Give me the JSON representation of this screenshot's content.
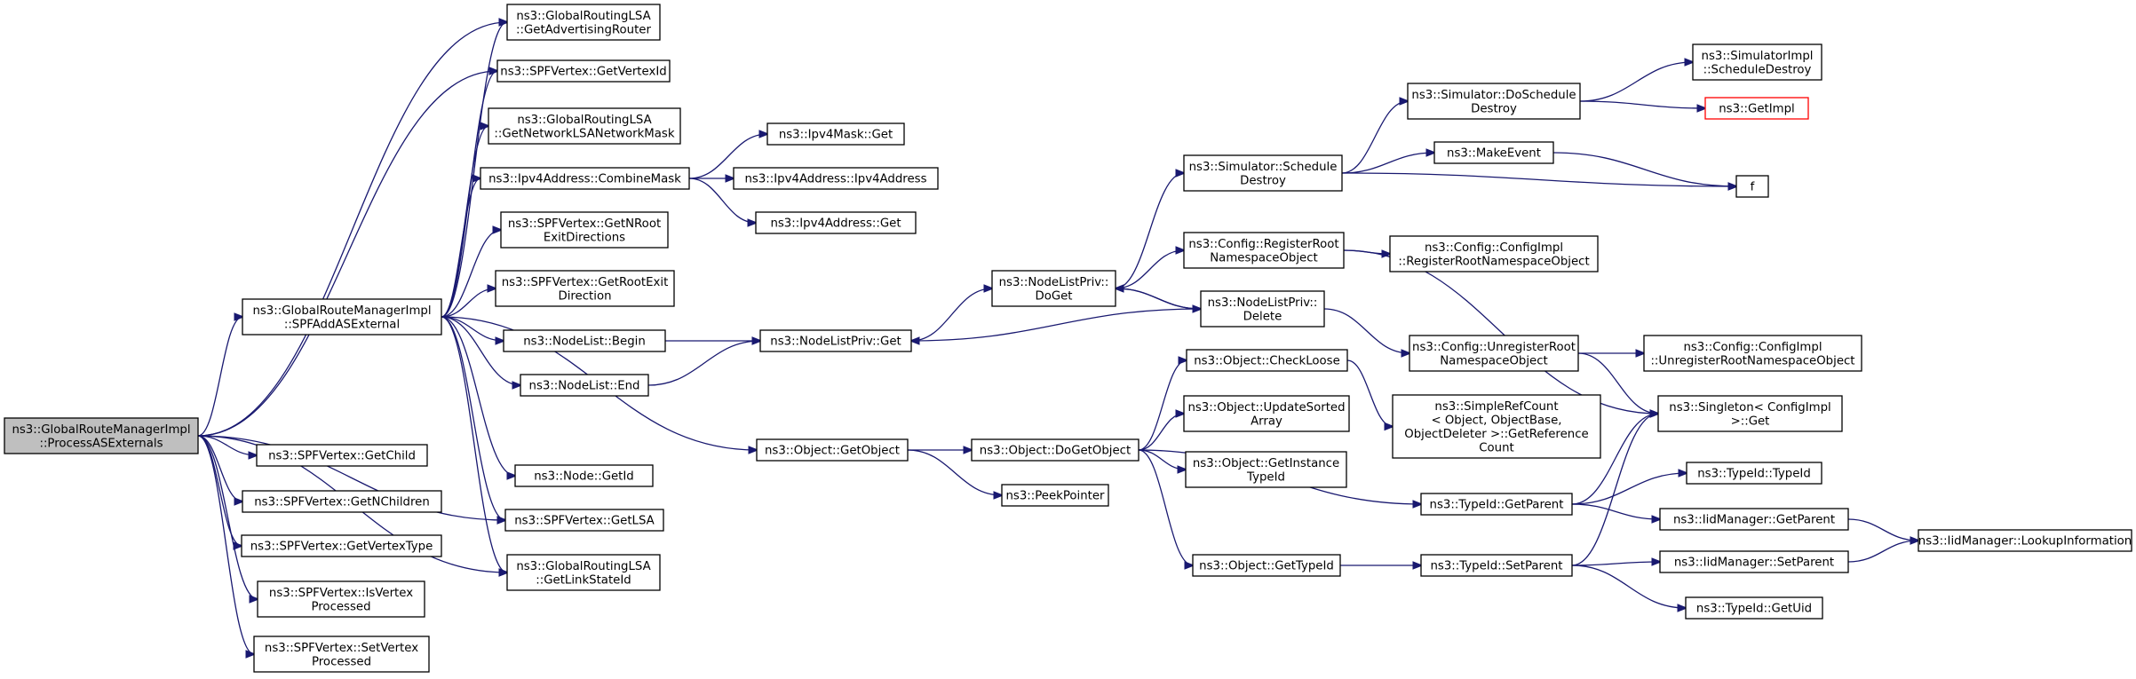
{
  "nodes": [
    {
      "id": "pae",
      "lines": [
        "ns3::GlobalRouteManagerImpl",
        "::ProcessASExternals"
      ],
      "kind": "root"
    },
    {
      "id": "spfadd",
      "lines": [
        "ns3::GlobalRouteManagerImpl",
        "::SPFAddASExternal"
      ]
    },
    {
      "id": "getadv",
      "lines": [
        "ns3::GlobalRoutingLSA",
        "::GetAdvertisingRouter"
      ]
    },
    {
      "id": "getvid",
      "lines": [
        "ns3::SPFVertex::GetVertexId"
      ]
    },
    {
      "id": "getnetmask",
      "lines": [
        "ns3::GlobalRoutingLSA",
        "::GetNetworkLSANetworkMask"
      ]
    },
    {
      "id": "combinemask",
      "lines": [
        "ns3::Ipv4Address::CombineMask"
      ]
    },
    {
      "id": "maskget",
      "lines": [
        "ns3::Ipv4Mask::Get"
      ]
    },
    {
      "id": "ipv4addr",
      "lines": [
        "ns3::Ipv4Address::Ipv4Address"
      ]
    },
    {
      "id": "ipv4get",
      "lines": [
        "ns3::Ipv4Address::Get"
      ]
    },
    {
      "id": "getnroot",
      "lines": [
        "ns3::SPFVertex::GetNRoot",
        "ExitDirections"
      ]
    },
    {
      "id": "getrootexit",
      "lines": [
        "ns3::SPFVertex::GetRootExit",
        "Direction"
      ]
    },
    {
      "id": "nlbegin",
      "lines": [
        "ns3::NodeList::Begin"
      ]
    },
    {
      "id": "nlend",
      "lines": [
        "ns3::NodeList::End"
      ]
    },
    {
      "id": "nlpget",
      "lines": [
        "ns3::NodeListPriv::Get"
      ]
    },
    {
      "id": "nlpdoget",
      "lines": [
        "ns3::NodeListPriv::",
        "DoGet"
      ]
    },
    {
      "id": "nlpdelete",
      "lines": [
        "ns3::NodeListPriv::",
        "Delete"
      ]
    },
    {
      "id": "simsched",
      "lines": [
        "ns3::Simulator::Schedule",
        "Destroy"
      ]
    },
    {
      "id": "simdosched",
      "lines": [
        "ns3::Simulator::DoSchedule",
        "Destroy"
      ]
    },
    {
      "id": "simimplsched",
      "lines": [
        "ns3::SimulatorImpl",
        "::ScheduleDestroy"
      ]
    },
    {
      "id": "getimpl",
      "lines": [
        "ns3::GetImpl"
      ],
      "kind": "ext"
    },
    {
      "id": "makeevent",
      "lines": [
        "ns3::MakeEvent"
      ]
    },
    {
      "id": "f",
      "lines": [
        "f"
      ]
    },
    {
      "id": "cfgreg",
      "lines": [
        "ns3::Config::RegisterRoot",
        "NamespaceObject"
      ]
    },
    {
      "id": "cfgimplreg",
      "lines": [
        "ns3::Config::ConfigImpl",
        "::RegisterRootNamespaceObject"
      ]
    },
    {
      "id": "cfgunreg",
      "lines": [
        "ns3::Config::UnregisterRoot",
        "NamespaceObject"
      ]
    },
    {
      "id": "cfgimplunreg",
      "lines": [
        "ns3::Config::ConfigImpl",
        "::UnregisterRootNamespaceObject"
      ]
    },
    {
      "id": "singleton",
      "lines": [
        "ns3::Singleton< ConfigImpl",
        " >::Get"
      ]
    },
    {
      "id": "getobject",
      "lines": [
        "ns3::Object::GetObject"
      ]
    },
    {
      "id": "dogetobject",
      "lines": [
        "ns3::Object::DoGetObject"
      ]
    },
    {
      "id": "peekptr",
      "lines": [
        "ns3::PeekPointer"
      ]
    },
    {
      "id": "checkloose",
      "lines": [
        "ns3::Object::CheckLoose"
      ]
    },
    {
      "id": "refcount",
      "lines": [
        "ns3::SimpleRefCount",
        "< Object, ObjectBase,",
        " ObjectDeleter >::GetReference",
        "Count"
      ]
    },
    {
      "id": "updsorted",
      "lines": [
        "ns3::Object::UpdateSorted",
        "Array"
      ]
    },
    {
      "id": "getinsttid",
      "lines": [
        "ns3::Object::GetInstance",
        "TypeId"
      ]
    },
    {
      "id": "objgettid",
      "lines": [
        "ns3::Object::GetTypeId"
      ]
    },
    {
      "id": "tidgetparent",
      "lines": [
        "ns3::TypeId::GetParent"
      ]
    },
    {
      "id": "tidsetparent",
      "lines": [
        "ns3::TypeId::SetParent"
      ]
    },
    {
      "id": "tidtid",
      "lines": [
        "ns3::TypeId::TypeId"
      ]
    },
    {
      "id": "iidgetparent",
      "lines": [
        "ns3::IidManager::GetParent"
      ]
    },
    {
      "id": "iidsetparent",
      "lines": [
        "ns3::IidManager::SetParent"
      ]
    },
    {
      "id": "iidlookup",
      "lines": [
        "ns3::IidManager::LookupInformation"
      ]
    },
    {
      "id": "tidgetuid",
      "lines": [
        "ns3::TypeId::GetUid"
      ]
    },
    {
      "id": "nodegetid",
      "lines": [
        "ns3::Node::GetId"
      ]
    },
    {
      "id": "getlsa",
      "lines": [
        "ns3::SPFVertex::GetLSA"
      ]
    },
    {
      "id": "getlinkstate",
      "lines": [
        "ns3::GlobalRoutingLSA",
        "::GetLinkStateId"
      ]
    },
    {
      "id": "getchild",
      "lines": [
        "ns3::SPFVertex::GetChild"
      ]
    },
    {
      "id": "getnchildren",
      "lines": [
        "ns3::SPFVertex::GetNChildren"
      ]
    },
    {
      "id": "getvtype",
      "lines": [
        "ns3::SPFVertex::GetVertexType"
      ]
    },
    {
      "id": "isvproc",
      "lines": [
        "ns3::SPFVertex::IsVertex",
        "Processed"
      ]
    },
    {
      "id": "setvproc",
      "lines": [
        "ns3::SPFVertex::SetVertex",
        "Processed"
      ]
    }
  ],
  "edges": [
    [
      "pae",
      "spfadd"
    ],
    [
      "pae",
      "getadv"
    ],
    [
      "pae",
      "getvid"
    ],
    [
      "pae",
      "getchild"
    ],
    [
      "pae",
      "getnchildren"
    ],
    [
      "pae",
      "getvtype"
    ],
    [
      "pae",
      "isvproc"
    ],
    [
      "pae",
      "setvproc"
    ],
    [
      "pae",
      "getlsa"
    ],
    [
      "pae",
      "getlinkstate"
    ],
    [
      "spfadd",
      "getadv"
    ],
    [
      "spfadd",
      "getvid"
    ],
    [
      "spfadd",
      "getnetmask"
    ],
    [
      "spfadd",
      "combinemask"
    ],
    [
      "spfadd",
      "getnroot"
    ],
    [
      "spfadd",
      "getrootexit"
    ],
    [
      "spfadd",
      "nlbegin"
    ],
    [
      "spfadd",
      "nlend"
    ],
    [
      "spfadd",
      "getobject"
    ],
    [
      "spfadd",
      "nodegetid"
    ],
    [
      "spfadd",
      "getlsa"
    ],
    [
      "spfadd",
      "getlinkstate"
    ],
    [
      "combinemask",
      "maskget"
    ],
    [
      "combinemask",
      "ipv4addr"
    ],
    [
      "combinemask",
      "ipv4get"
    ],
    [
      "nlbegin",
      "nlpget"
    ],
    [
      "nlend",
      "nlpget"
    ],
    [
      "nlpget",
      "nlpdoget"
    ],
    [
      "nlpdoget",
      "simsched"
    ],
    [
      "nlpdoget",
      "cfgreg"
    ],
    [
      "nlpdoget",
      "nlpdelete"
    ],
    [
      "nlpdelete",
      "nlpdoget"
    ],
    [
      "nlpdelete",
      "nlpget"
    ],
    [
      "nlpdelete",
      "cfgunreg"
    ],
    [
      "simsched",
      "simdosched"
    ],
    [
      "simsched",
      "makeevent"
    ],
    [
      "simsched",
      "f"
    ],
    [
      "simdosched",
      "simimplsched"
    ],
    [
      "simdosched",
      "getimpl"
    ],
    [
      "makeevent",
      "f"
    ],
    [
      "cfgreg",
      "cfgimplreg"
    ],
    [
      "cfgreg",
      "singleton"
    ],
    [
      "cfgunreg",
      "cfgimplunreg"
    ],
    [
      "cfgunreg",
      "singleton"
    ],
    [
      "getobject",
      "dogetobject"
    ],
    [
      "getobject",
      "peekptr"
    ],
    [
      "dogetobject",
      "checkloose"
    ],
    [
      "dogetobject",
      "updsorted"
    ],
    [
      "dogetobject",
      "getinsttid"
    ],
    [
      "dogetobject",
      "objgettid"
    ],
    [
      "dogetobject",
      "tidgetparent"
    ],
    [
      "checkloose",
      "refcount"
    ],
    [
      "objgettid",
      "tidsetparent"
    ],
    [
      "tidgetparent",
      "singleton"
    ],
    [
      "tidgetparent",
      "tidtid"
    ],
    [
      "tidgetparent",
      "iidgetparent"
    ],
    [
      "tidsetparent",
      "singleton"
    ],
    [
      "tidsetparent",
      "iidsetparent"
    ],
    [
      "tidsetparent",
      "tidgetuid"
    ],
    [
      "iidgetparent",
      "iidlookup"
    ],
    [
      "iidsetparent",
      "iidlookup"
    ]
  ]
}
